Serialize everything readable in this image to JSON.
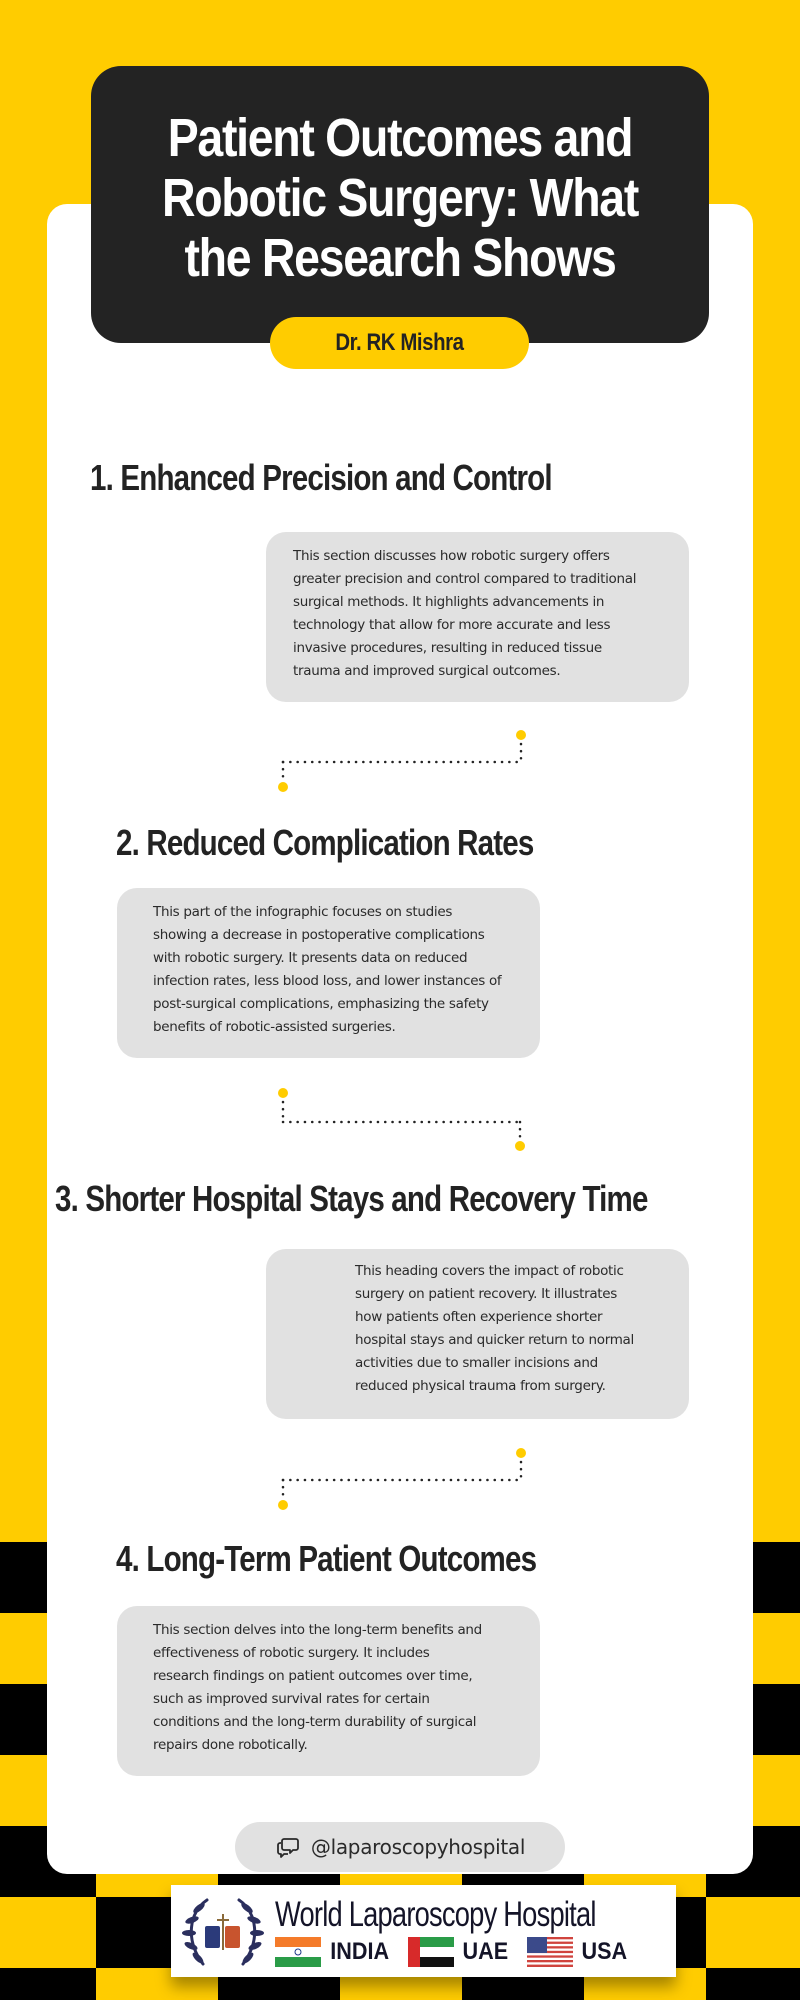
{
  "colors": {
    "brand_yellow": "#FFCC00",
    "header_dark": "#232323",
    "card_bg": "#FFFFFF",
    "section_box_bg": "#E1E1E1",
    "text_dark": "#232323",
    "checker_black": "#000000"
  },
  "header": {
    "title": "Patient Outcomes and Robotic Surgery: What the Research Shows",
    "title_lines": [
      "Patient Outcomes and",
      "Robotic Surgery: What",
      "the Research Shows"
    ],
    "author": "Dr. RK Mishra"
  },
  "sections": [
    {
      "title": "1. Enhanced Precision and Control",
      "body_lines": [
        "This section discusses how robotic surgery offers",
        "greater precision and control compared to traditional",
        "surgical methods. It highlights advancements in",
        "technology that allow for more accurate and less",
        "invasive procedures, resulting in reduced tissue",
        "trauma and improved surgical outcomes."
      ]
    },
    {
      "title": "2. Reduced Complication Rates",
      "body_lines": [
        "This part of the infographic focuses on studies",
        "showing a decrease in postoperative complications",
        "with robotic surgery. It presents data on reduced",
        "infection rates, less blood loss, and lower instances of",
        "post-surgical complications, emphasizing the safety",
        "benefits of robotic-assisted surgeries."
      ]
    },
    {
      "title": "3. Shorter Hospital Stays and Recovery Time",
      "body_lines": [
        "This heading covers the impact of robotic",
        "surgery on patient recovery. It illustrates",
        "how patients often experience shorter",
        "hospital stays and quicker return to normal",
        "activities due to smaller incisions and",
        "reduced physical trauma from surgery."
      ]
    },
    {
      "title": "4. Long-Term Patient Outcomes",
      "body_lines": [
        "This section delves into the long-term benefits and",
        "effectiveness of robotic surgery. It includes",
        "research findings on patient outcomes over time,",
        "such as improved survival rates for certain",
        "conditions and the long-term durability of surgical",
        "repairs done robotically."
      ]
    }
  ],
  "footer": {
    "social_icon": "chat-bubbles-icon",
    "social_handle": "@laparoscopyhospital",
    "logo": {
      "emblem_icon": "laurel-wreath-emblem-icon",
      "name": "World Laparoscopy Hospital",
      "countries": [
        {
          "flag_icon": "india-flag-icon",
          "label": "INDIA"
        },
        {
          "flag_icon": "uae-flag-icon",
          "label": "UAE"
        },
        {
          "flag_icon": "usa-flag-icon",
          "label": "USA"
        }
      ]
    }
  }
}
